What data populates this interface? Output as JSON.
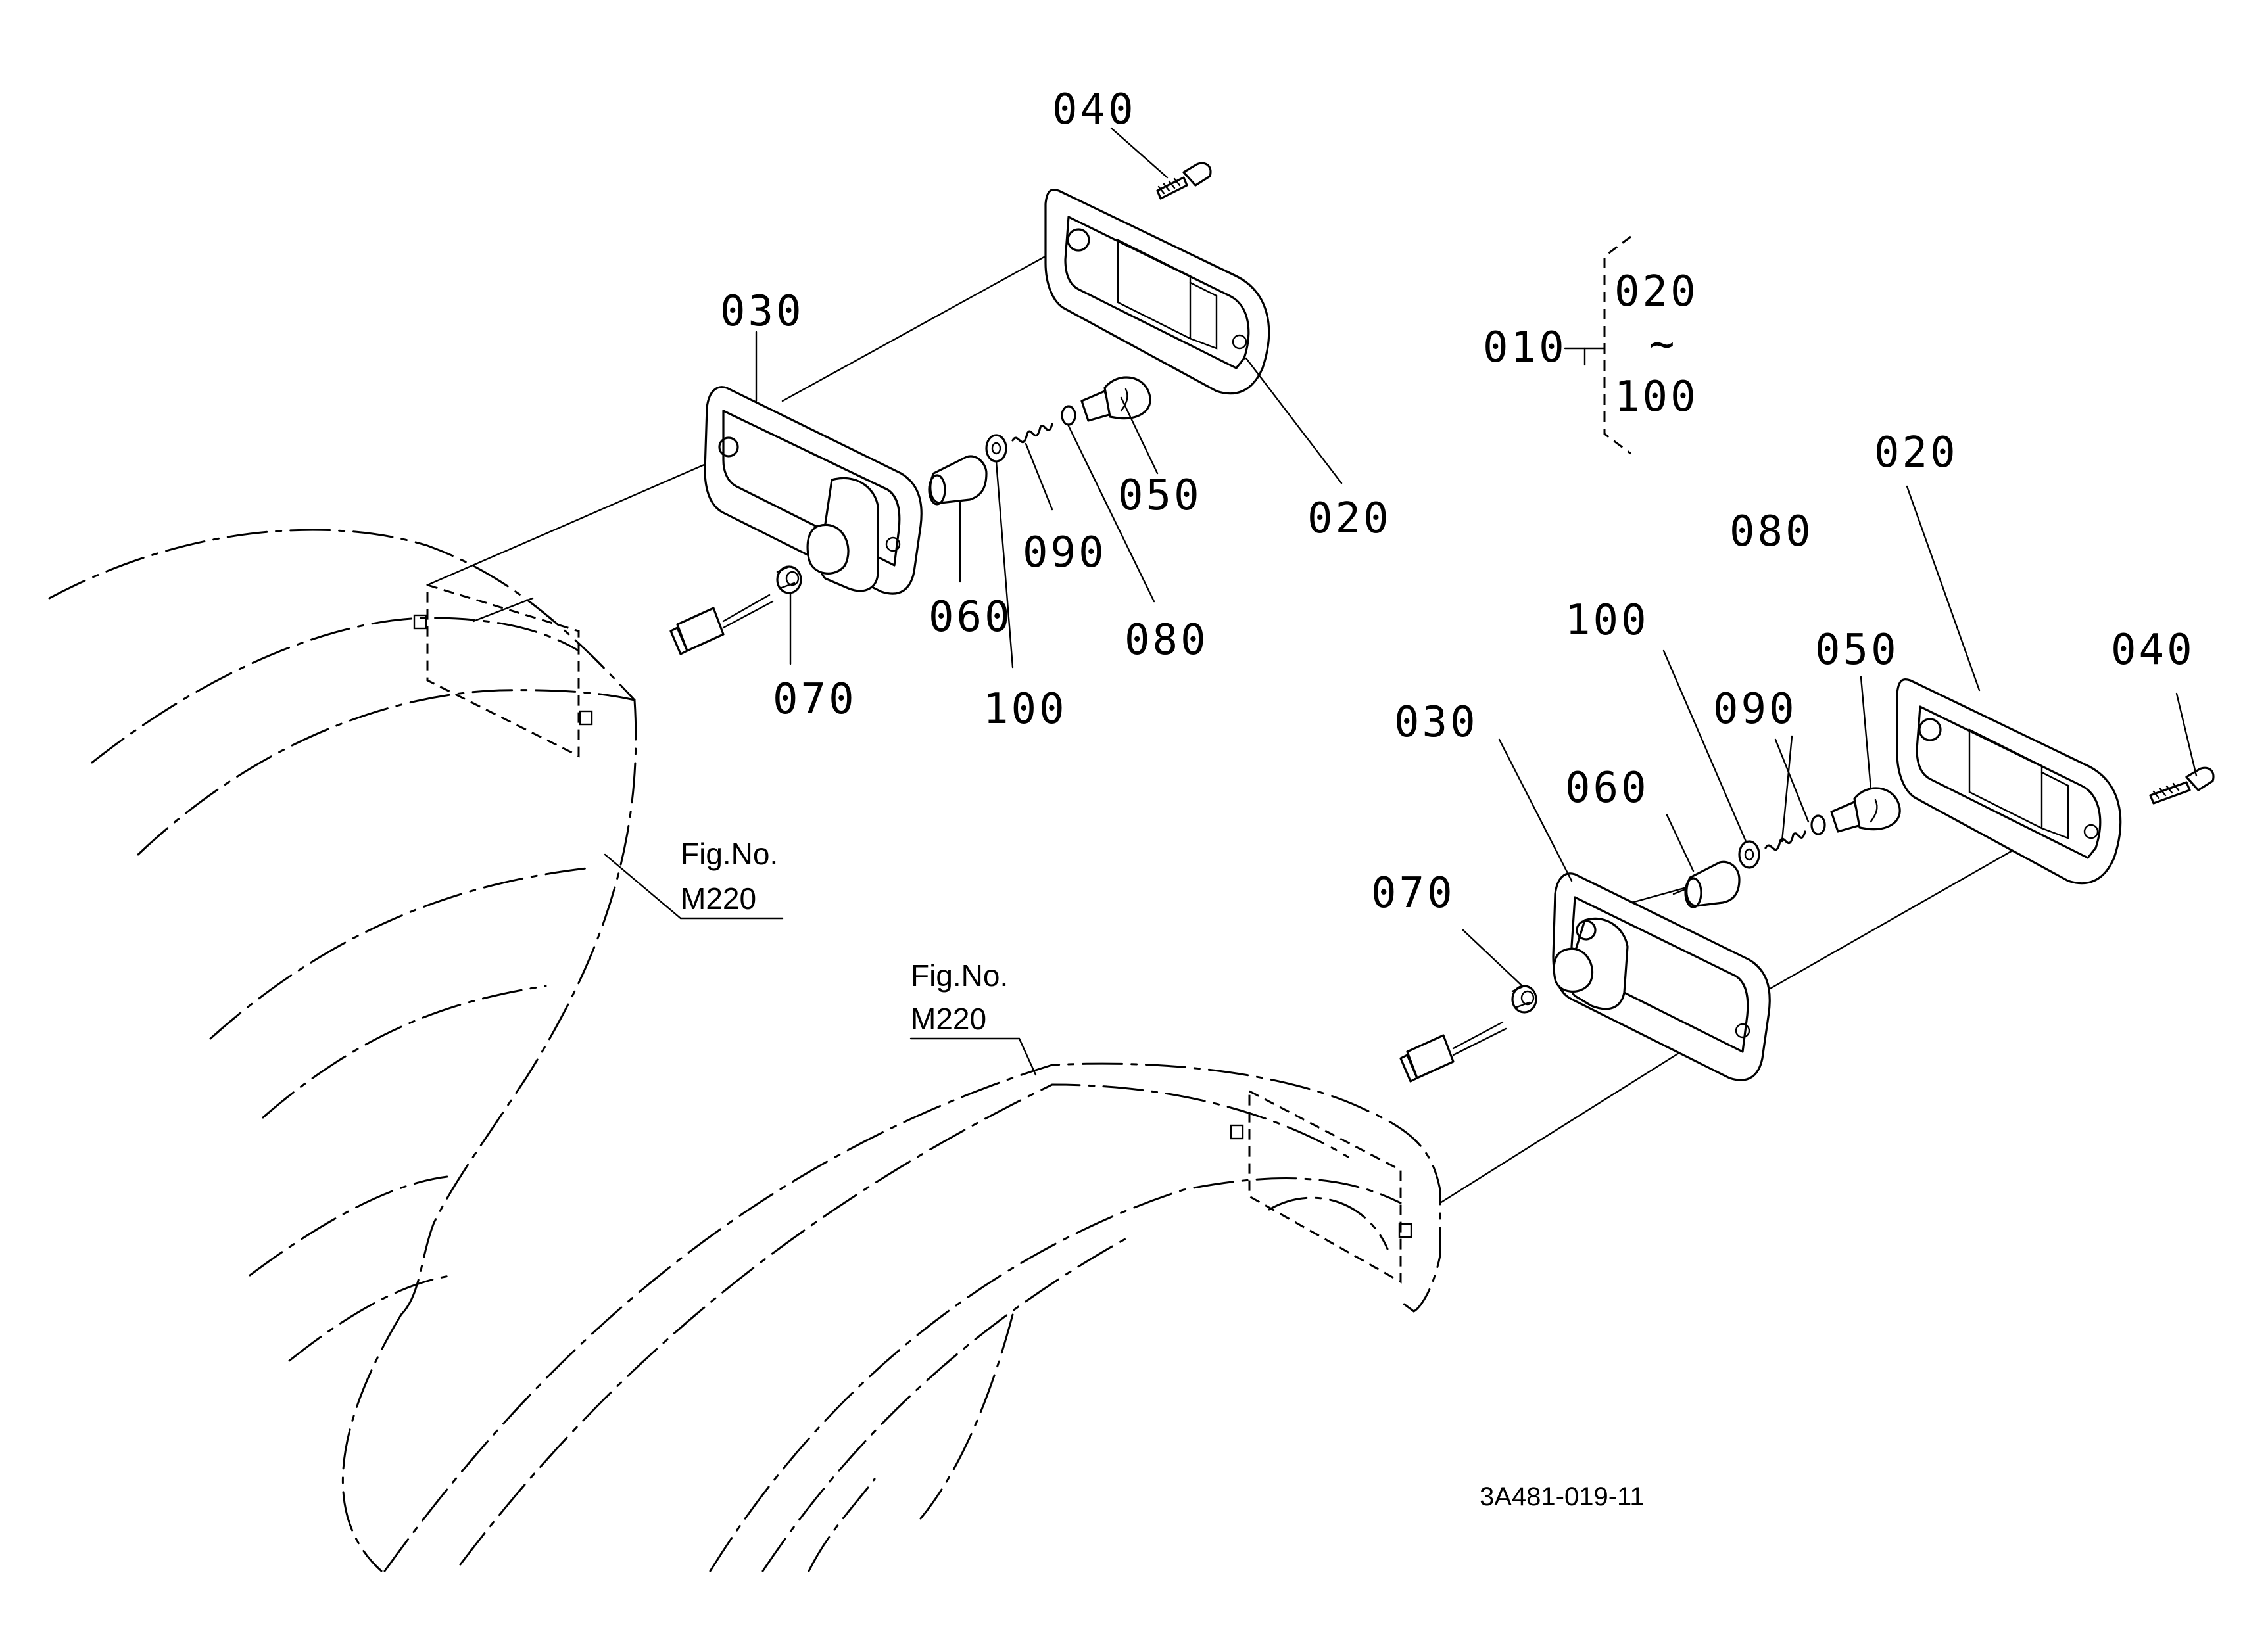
{
  "labels": {
    "left": {
      "p040": "040",
      "p030": "030",
      "p020": "020",
      "p050": "050",
      "p060": "060",
      "p070": "070",
      "p080": "080",
      "p090": "090",
      "p100": "100"
    },
    "right": {
      "p040": "040",
      "p030": "030",
      "p020": "020",
      "p050": "050",
      "p060": "060",
      "p070": "070",
      "p080": "080",
      "p090": "090",
      "p100": "100"
    },
    "assembly": {
      "main": "010",
      "from": "020",
      "tilde": "~",
      "to": "100"
    }
  },
  "references": {
    "ref1_line1": "Fig.No.",
    "ref1_line2": "M220",
    "ref2_line1": "Fig.No.",
    "ref2_line2": "M220"
  },
  "drawing_code": "3A481-019-11"
}
